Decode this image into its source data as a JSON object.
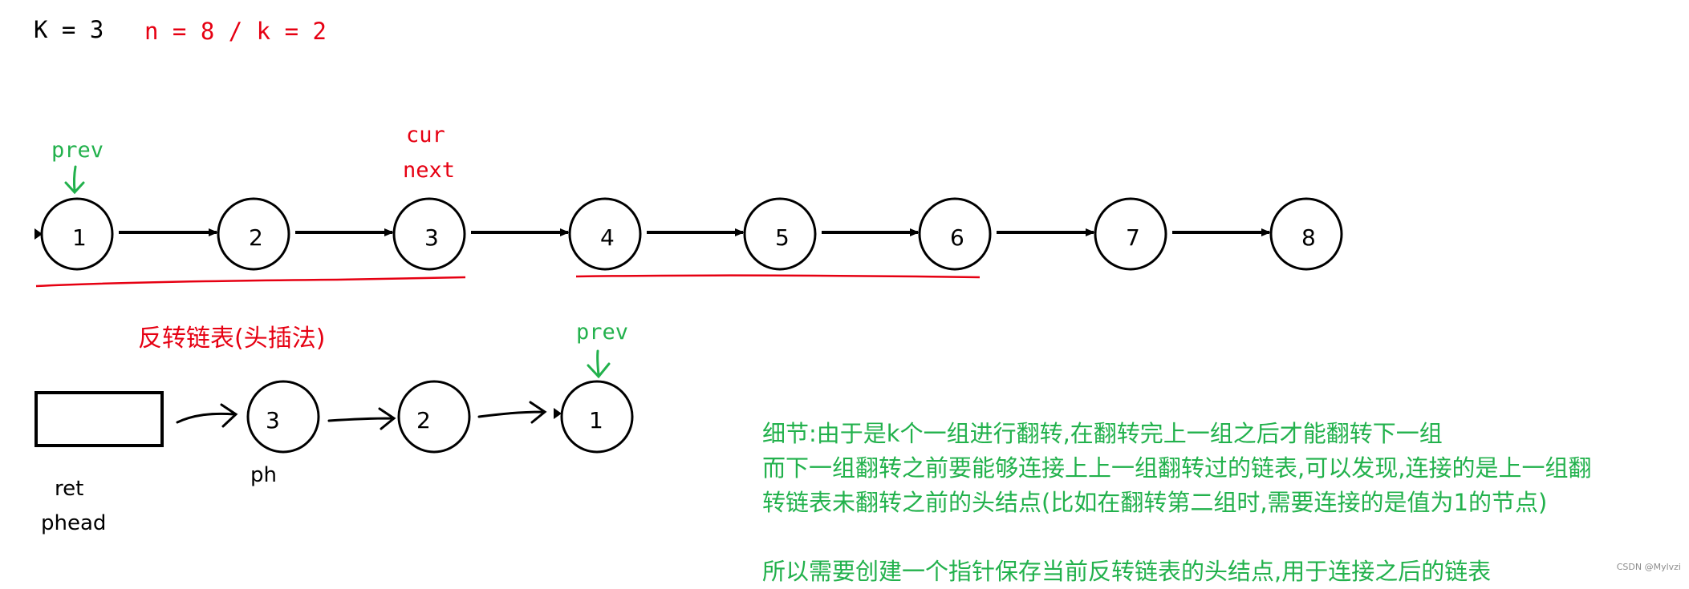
{
  "header": {
    "k_label": "K = 3",
    "n_k_label": "n = 8 / k = 2"
  },
  "top_list": {
    "nodes": [
      "1",
      "2",
      "3",
      "4",
      "5",
      "6",
      "7",
      "8"
    ],
    "prev_label": "prev",
    "cur_label": "cur",
    "next_label": "next"
  },
  "bottom_list": {
    "title": "反转链表(头插法)",
    "nodes": [
      "3",
      "2",
      "1"
    ],
    "prev_label": "prev",
    "ph_label": "ph",
    "ret_label": "ret",
    "phead_label": "phead"
  },
  "notes": {
    "lines": [
      "细节:由于是k个一组进行翻转,在翻转完上一组之后才能翻转下一组",
      "而下一组翻转之前要能够连接上上一组翻转过的链表,可以发现,连接的是上一组翻",
      "转链表未翻转之前的头结点(比如在翻转第二组时,需要连接的是值为1的节点)",
      "",
      "所以需要创建一个指针保存当前反转链表的头结点,用于连接之后的链表"
    ]
  },
  "watermark": "CSDN @Mylvzi",
  "colors": {
    "red": "#e60012",
    "green": "#22b14c",
    "black": "#000000"
  }
}
